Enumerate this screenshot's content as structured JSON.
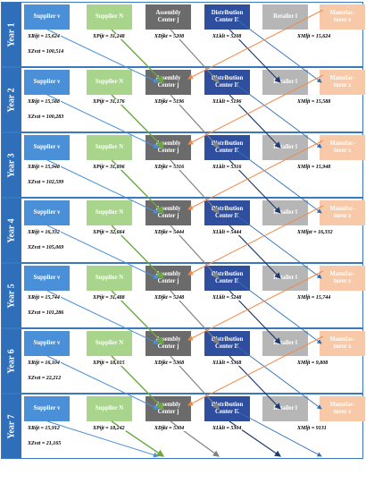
{
  "nodes": {
    "supplier_v": "Supplier v",
    "supplier_n": "Supplier N",
    "assembly": "Assembly\nCenter j",
    "distribution": "Distribution\nCenter K",
    "retailer": "Retailer l",
    "manufacturer": "Manufac-\nturer z"
  },
  "colors": {
    "frame": "#3a78bd",
    "year_label": "#2f6fba",
    "supplier_v": "#4a90d9",
    "supplier_n": "#a8d58b",
    "assembly": "#6b6b6b",
    "distribution": "#2f4f9e",
    "retailer": "#b6b6b6",
    "manufacturer": "#f7c9a8",
    "arrow_xr": "#4a90d9",
    "arrow_xp": "#6aa83f",
    "arrow_xd": "#808080",
    "arrow_xl": "#1f3a6e",
    "arrow_xm": "#f08a4b",
    "arrow_xz": "#2f6fba"
  },
  "years": [
    {
      "label": "Year 1",
      "xr": "XRijt = 15,624",
      "xp": "XPijt = 31,248",
      "xd": "XDjkt = 5208",
      "xl": "XLklt = 5208",
      "xm": "XMljt = 15,624",
      "xz": "XZvzt = 100,514"
    },
    {
      "label": "Year 2",
      "xr": "XRijt = 15,588",
      "xp": "XPijt = 31,176",
      "xd": "XDjkt = 5196",
      "xl": "XLklt = 5196",
      "xm": "XMljt = 15,588",
      "xz": "XZvzt = 100,283"
    },
    {
      "label": "Year 3",
      "xr": "XRijt = 15,948",
      "xp": "XPijt = 31,896",
      "xd": "XDjkt = 5316",
      "xl": "XLklt = 5316",
      "xm": "XMljt = 15,948",
      "xz": "XZvzt = 102,599"
    },
    {
      "label": "Year 4",
      "xr": "XRijt = 16,332",
      "xp": "XPijt = 32,664",
      "xd": "XDjkt = 5444",
      "xl": "XLklt = 5444",
      "xm": "XMljzt = 16,332",
      "xz": "XZvzt = 105,069"
    },
    {
      "label": "Year 5",
      "xr": "XRijt = 15,744",
      "xp": "XPijt = 31,488",
      "xd": "XDjkt = 5248",
      "xl": "XLklt = 5248",
      "xm": "XMljt = 15,744",
      "xz": "XZvzt = 101,286"
    },
    {
      "label": "Year 6",
      "xr": "XRijt = 16,104",
      "xp": "XPijt = 18,015",
      "xd": "XDjkt = 5368",
      "xl": "XLklt = 5368",
      "xm": "XMljt = 9,808",
      "xz": "XZvzt = 22,212"
    },
    {
      "label": "Year 7",
      "xr": "XRijt = 15,912",
      "xp": "XPijt = 18,242",
      "xd": "XDjkt = 5304",
      "xl": "XLklt = 5304",
      "xm": "XMljt = 9131",
      "xz": "XZvzt = 21,165"
    }
  ]
}
